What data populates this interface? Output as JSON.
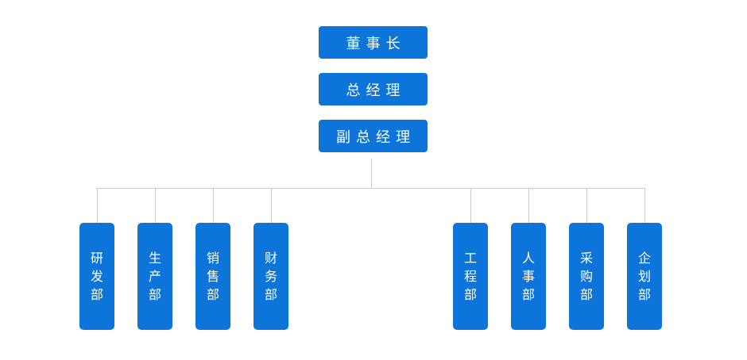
{
  "colors": {
    "node_fill": "#0d74d9",
    "node_text": "#ffffff",
    "connector": "#cccccc",
    "background": "#ffffff"
  },
  "org_chart": {
    "type": "org-tree",
    "chain": [
      {
        "label": "董事长"
      },
      {
        "label": "总经理"
      },
      {
        "label": "副总经理"
      }
    ],
    "departments": [
      {
        "label": "研发部"
      },
      {
        "label": "生产部"
      },
      {
        "label": "销售部"
      },
      {
        "label": "财务部"
      },
      {
        "label": "工程部"
      },
      {
        "label": "人事部"
      },
      {
        "label": "采购部"
      },
      {
        "label": "企划部"
      }
    ]
  }
}
